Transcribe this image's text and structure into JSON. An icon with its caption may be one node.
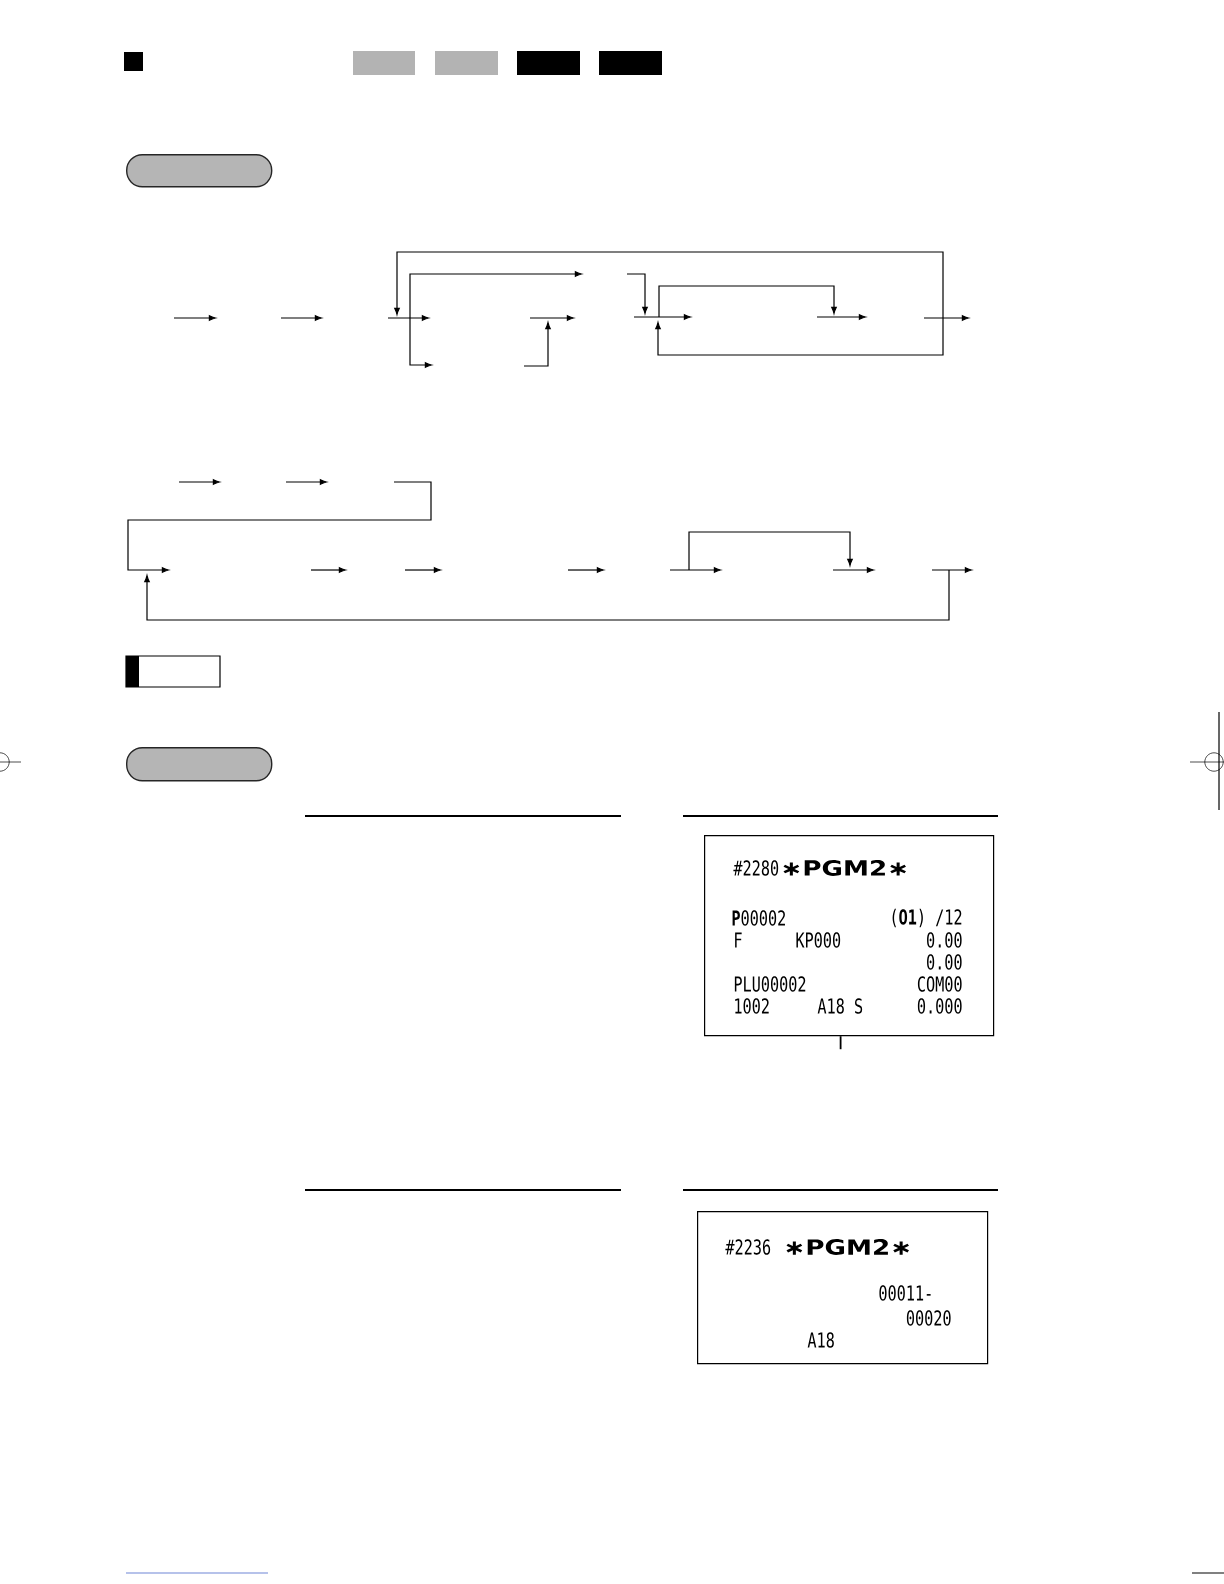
{
  "diagram": {
    "nodes": [
      {
        "text": [],
        "shape": "box"
      },
      {
        "text": [],
        "shape": "box"
      },
      {
        "text": [
          "#2280",
          "∗PGM2∗",
          "**P**00002",
          "(**O1**) /12",
          "F",
          "KP000",
          "0.00",
          "0.00",
          "PLU00002",
          "COM00",
          "1002",
          "A18 S",
          "0.000"
        ]
      },
      {
        "text": [
          "#2236",
          "∗PGM2∗",
          "00011-",
          "00020",
          "A18"
        ]
      }
    ],
    "edges": [
      {
        "from": null,
        "to": 2,
        "arrow": "none"
      }
    ]
  }
}
